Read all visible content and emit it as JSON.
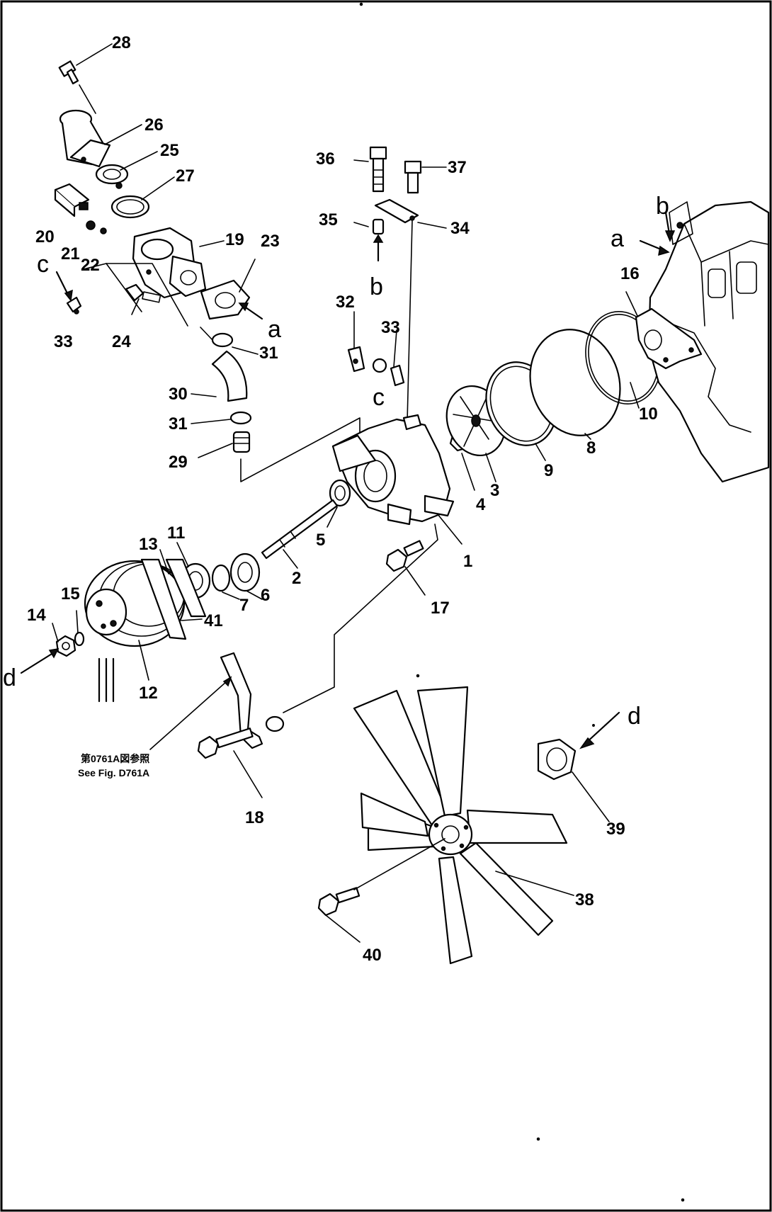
{
  "callouts": [
    {
      "id": "n28",
      "text": "28"
    },
    {
      "id": "n26",
      "text": "26"
    },
    {
      "id": "n25",
      "text": "25"
    },
    {
      "id": "n27",
      "text": "27"
    },
    {
      "id": "n20",
      "text": "20"
    },
    {
      "id": "n21",
      "text": "21"
    },
    {
      "id": "n22",
      "text": "22"
    },
    {
      "id": "n19",
      "text": "19"
    },
    {
      "id": "n23",
      "text": "23"
    },
    {
      "id": "n33a",
      "text": "33"
    },
    {
      "id": "n24",
      "text": "24"
    },
    {
      "id": "n31a",
      "text": "31"
    },
    {
      "id": "n30",
      "text": "30"
    },
    {
      "id": "n31b",
      "text": "31"
    },
    {
      "id": "n29",
      "text": "29"
    },
    {
      "id": "n36",
      "text": "36"
    },
    {
      "id": "n37",
      "text": "37"
    },
    {
      "id": "n35",
      "text": "35"
    },
    {
      "id": "n34",
      "text": "34"
    },
    {
      "id": "n32",
      "text": "32"
    },
    {
      "id": "n33b",
      "text": "33"
    },
    {
      "id": "n16",
      "text": "16"
    },
    {
      "id": "n10",
      "text": "10"
    },
    {
      "id": "n8",
      "text": "8"
    },
    {
      "id": "n9",
      "text": "9"
    },
    {
      "id": "n3",
      "text": "3"
    },
    {
      "id": "n4",
      "text": "4"
    },
    {
      "id": "n1",
      "text": "1"
    },
    {
      "id": "n5",
      "text": "5"
    },
    {
      "id": "n2",
      "text": "2"
    },
    {
      "id": "n17",
      "text": "17"
    },
    {
      "id": "n6",
      "text": "6"
    },
    {
      "id": "n7",
      "text": "7"
    },
    {
      "id": "n11",
      "text": "11"
    },
    {
      "id": "n13",
      "text": "13"
    },
    {
      "id": "n14",
      "text": "14"
    },
    {
      "id": "n15",
      "text": "15"
    },
    {
      "id": "n41",
      "text": "41"
    },
    {
      "id": "n12",
      "text": "12"
    },
    {
      "id": "n18",
      "text": "18"
    },
    {
      "id": "n39",
      "text": "39"
    },
    {
      "id": "n38",
      "text": "38"
    },
    {
      "id": "n40",
      "text": "40"
    }
  ],
  "letters": [
    {
      "id": "c_left",
      "text": "c"
    },
    {
      "id": "a_left",
      "text": "a"
    },
    {
      "id": "b_mid",
      "text": "b"
    },
    {
      "id": "c_mid",
      "text": "c"
    },
    {
      "id": "b_right",
      "text": "b"
    },
    {
      "id": "a_right",
      "text": "a"
    },
    {
      "id": "d_left",
      "text": "d"
    },
    {
      "id": "d_right",
      "text": "d"
    }
  ],
  "note": {
    "line1": "第0761A図参照",
    "line2": "See Fig. D761A"
  }
}
